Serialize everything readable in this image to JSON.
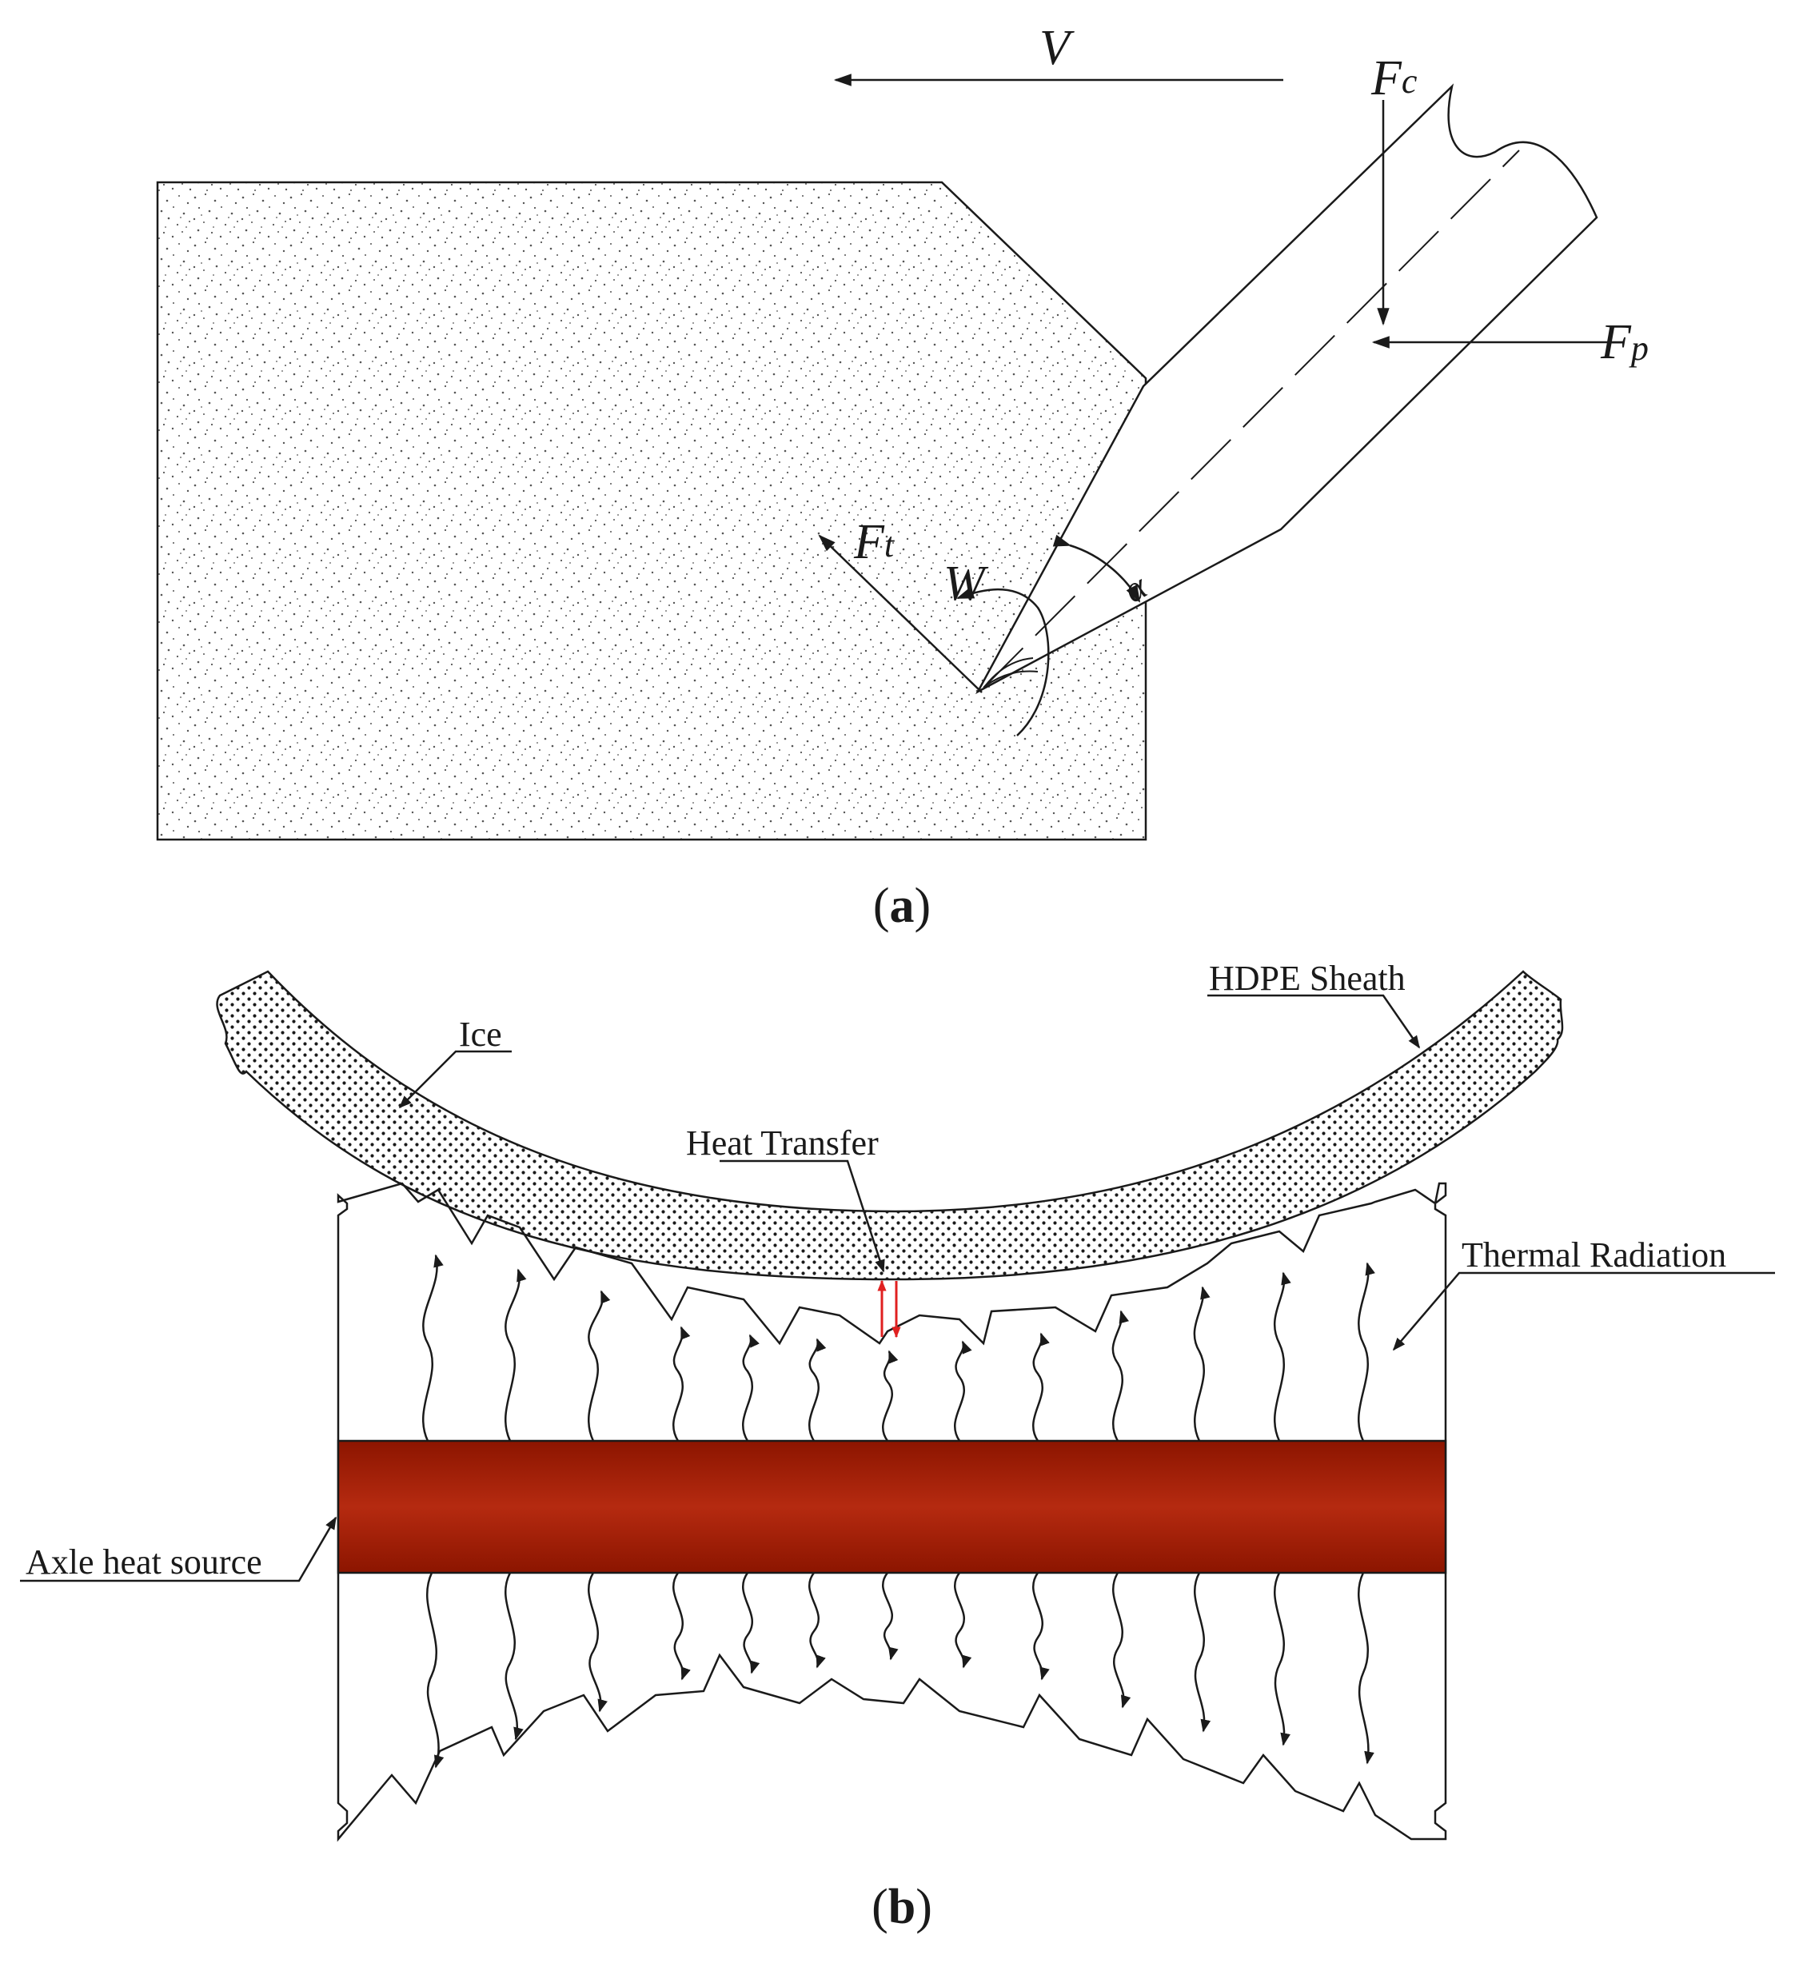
{
  "panel_a": {
    "labels": {
      "velocity": "V",
      "cutting_force_main": "F",
      "cutting_force_sub": "c",
      "thrust_force_main": "F",
      "thrust_force_sub": "p",
      "resultant_force_main": "F",
      "resultant_force_sub": "t",
      "rotation": "W",
      "angle": "α"
    },
    "caption": {
      "open": "(",
      "letter": "a",
      "close": ")"
    }
  },
  "panel_b": {
    "labels": {
      "ice": "Ice",
      "hdpe_sheath": "HDPE Sheath",
      "heat_transfer": "Heat Transfer",
      "thermal_radiation": "Thermal Radiation",
      "axle_heat_source": "Axle heat source"
    },
    "caption": {
      "open": "(",
      "letter": "b",
      "close": ")"
    }
  },
  "colors": {
    "line": "#1a1a1a",
    "heat_source_dark": "#8c1500",
    "heat_source_light": "#b52a10",
    "heat_transfer_arrow": "#e02020",
    "speckle": "#555555"
  }
}
